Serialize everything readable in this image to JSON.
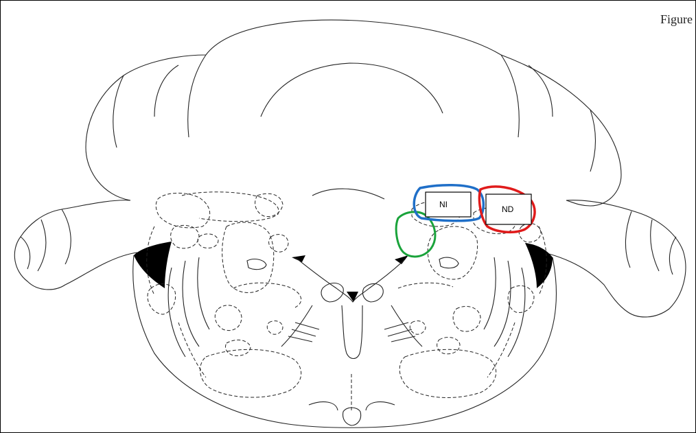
{
  "figure": {
    "caption": "Figure"
  },
  "labels": {
    "ni": "NI",
    "nd": "ND"
  },
  "colors": {
    "ni_outline": "#1f6fc8",
    "nd_outline": "#e01b1b",
    "green_region": "#1aa33b",
    "line": "#222222",
    "fill": "#000000"
  }
}
